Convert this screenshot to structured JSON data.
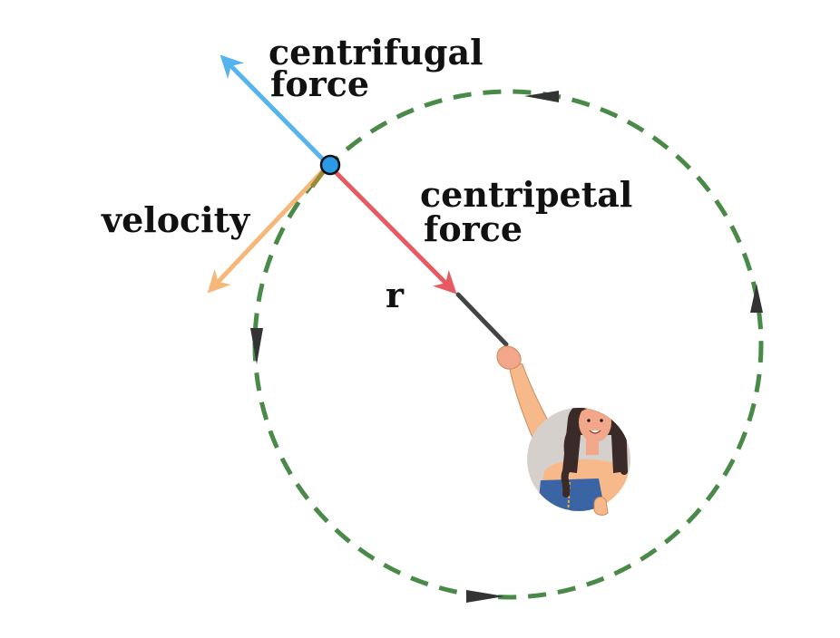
{
  "labels": {
    "centrifugal_line1": "centrifugal",
    "centrifugal_line2": "force",
    "centripetal_line1": "centripetal",
    "centripetal_line2": "force",
    "velocity": "velocity",
    "radius": "r"
  },
  "colors": {
    "orbit": "#4a8a48",
    "centrifugal": "#55b4ee",
    "centripetal": "#e85a62",
    "velocity": "#f6b77a",
    "rope": "#444444",
    "ball": "#2a9ae6",
    "orbit_arrows": "#333333"
  },
  "icons": {
    "person": "girl-swinging-ball-icon"
  }
}
